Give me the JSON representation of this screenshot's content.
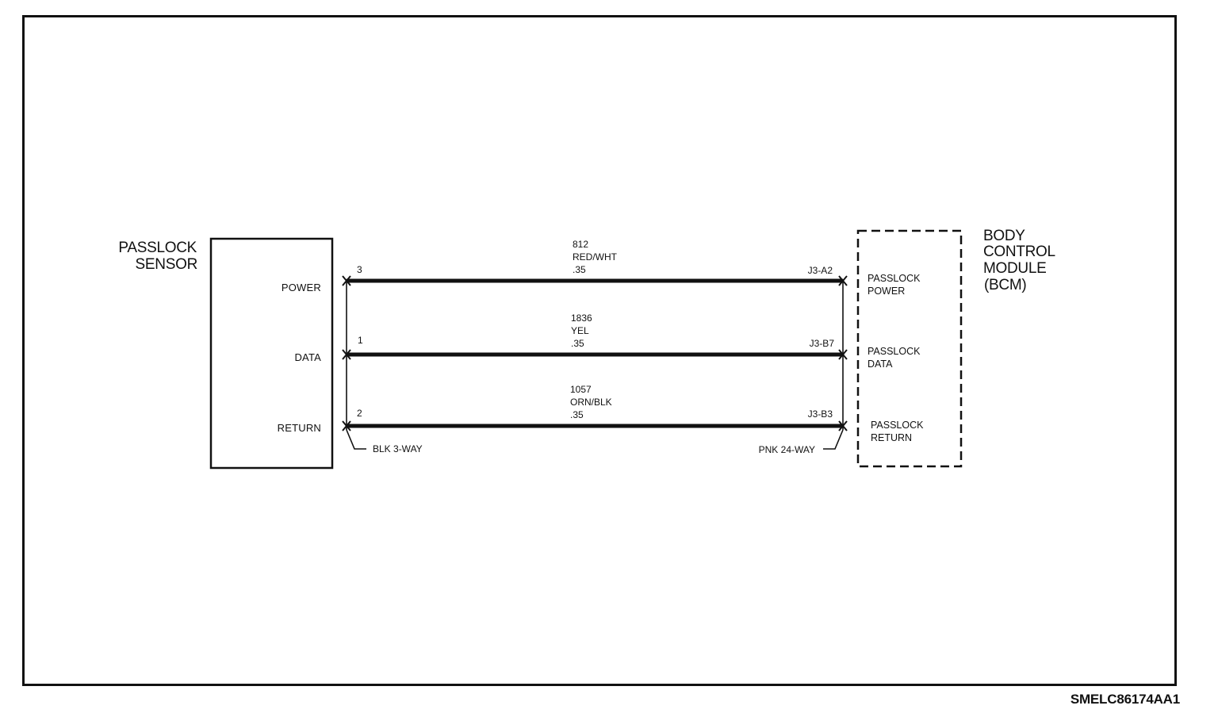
{
  "sensor": {
    "title_line1": "PASSLOCK",
    "title_line2": "SENSOR",
    "pins": [
      "POWER",
      "DATA",
      "RETURN"
    ]
  },
  "bcm": {
    "title_lines": [
      "BODY",
      "CONTROL",
      "MODULE",
      "(BCM)"
    ],
    "pins": [
      {
        "line1": "PASSLOCK",
        "line2": "POWER"
      },
      {
        "line1": "PASSLOCK",
        "line2": "DATA"
      },
      {
        "line1": "PASSLOCK",
        "line2": "RETURN"
      }
    ]
  },
  "wires": [
    {
      "circuit": "812",
      "color": "RED/WHT",
      "gauge": ".35",
      "sensor_pin": "3",
      "bcm_terminal": "J3-A2"
    },
    {
      "circuit": "1836",
      "color": "YEL",
      "gauge": ".35",
      "sensor_pin": "1",
      "bcm_terminal": "J3-B7"
    },
    {
      "circuit": "1057",
      "color": "ORN/BLK",
      "gauge": ".35",
      "sensor_pin": "2",
      "bcm_terminal": "J3-B3"
    }
  ],
  "connectors": {
    "sensor_side": "BLK 3-WAY",
    "bcm_side": "PNK 24-WAY"
  },
  "figure_code": "SMELC86174AA1"
}
